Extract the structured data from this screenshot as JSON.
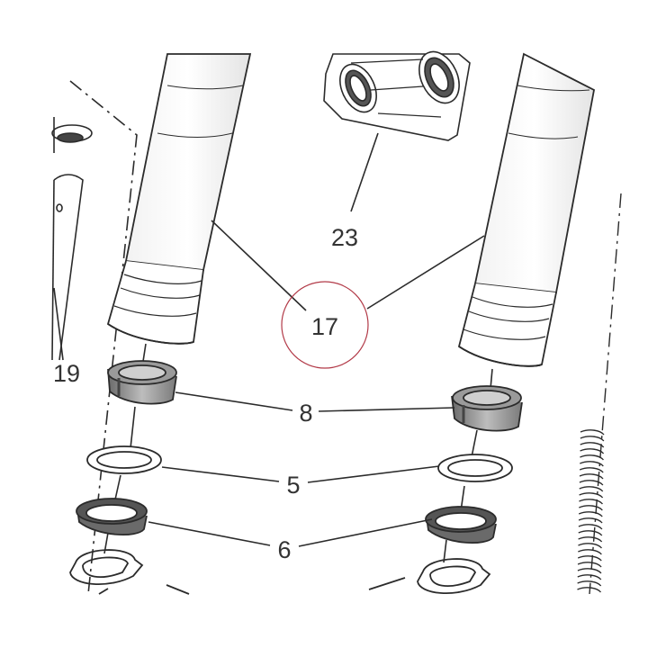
{
  "diagram": {
    "type": "exploded-parts-diagram",
    "callouts": [
      {
        "id": "17",
        "label": "17",
        "part": "fork-tube",
        "highlighted": true
      },
      {
        "id": "23",
        "label": "23",
        "part": "triple-clamp"
      },
      {
        "id": "19",
        "label": "19",
        "part": "fork-leg"
      },
      {
        "id": "8",
        "label": "8",
        "part": "dust-seal"
      },
      {
        "id": "5",
        "label": "5",
        "part": "washer"
      },
      {
        "id": "6",
        "label": "6",
        "part": "oil-seal"
      }
    ],
    "colors": {
      "line": "#2b2b2b",
      "part_fill": "#ffffff",
      "shade": "#8a8a8a",
      "dark_shade": "#5a5a5a",
      "highlight_circle": "#b23a48"
    }
  }
}
